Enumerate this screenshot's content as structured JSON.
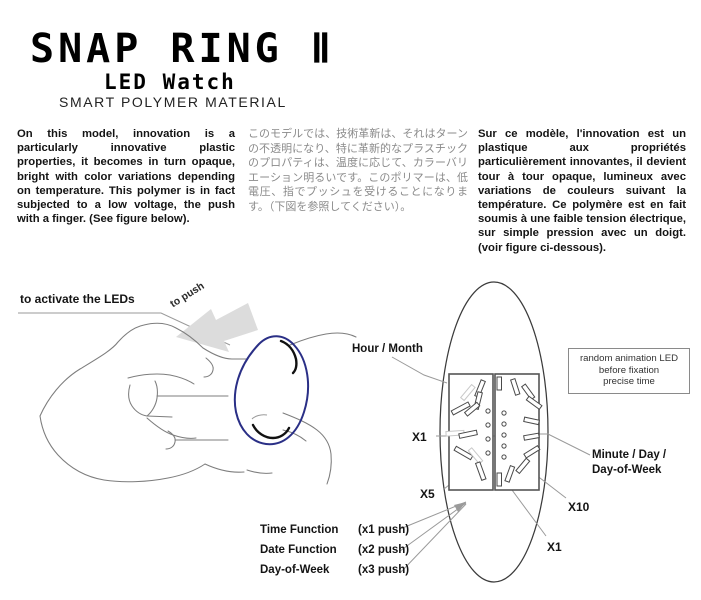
{
  "header": {
    "title": "SNAP RING Ⅱ",
    "subtitle": "LED Watch",
    "tagline": "SMART POLYMER MATERIAL"
  },
  "description": {
    "english": "On this model, innovation is a particularly innovative plastic properties, it becomes in turn opaque, bright with color variations depending on temperature. This polymer is in fact subjected to a low voltage, the push with a finger. (See figure below).",
    "japanese": "このモデルでは、技術革新は、それはターンの不透明になり、特に革新的なプラスチックのプロパティは、温度に応じて、カラーバリエーション明るいです。このポリマーは、低電圧、指でプッシュを受けることになります。（下図を参照してください）。",
    "french": "Sur ce modèle, l'innovation est un plastique aux propriétés particulièrement innovantes, il devient tour à tour opaque, lumineux avec variations de couleurs suivant la température. Ce polymère est en fait soumis à une faible tension électrique, sur simple pression avec un doigt. (voir figure ci-dessous)."
  },
  "figure": {
    "activate_label": "to activate the LEDs",
    "push_label": "to push",
    "hour_month_label": "Hour / Month",
    "minute_day_label": "Minute / Day /\nDay-of-Week",
    "minute_day_line1": "Minute / Day /",
    "minute_day_line2": "Day-of-Week",
    "note_line1": "random animation LED",
    "note_line2": "before fixation",
    "note_line3": "precise time",
    "multiplier_x1_left": "X1",
    "multiplier_x5": "X5",
    "multiplier_x10": "X10",
    "multiplier_x1_bottom": "X1",
    "functions": [
      {
        "name": "Time Function",
        "push": "(x1 push)"
      },
      {
        "name": "Date Function",
        "push": "(x2 push)"
      },
      {
        "name": "Day-of-Week",
        "push": "(x3 push)"
      }
    ]
  },
  "colors": {
    "ring": "#2a2f86",
    "text": "#141414",
    "japanese_text": "#8b8b8b",
    "outline": "#4a4a4a",
    "leader": "#8e8e8e",
    "arrow_fill": "#dcdcdc",
    "panel_border": "#555555",
    "led": "#ffffff"
  }
}
